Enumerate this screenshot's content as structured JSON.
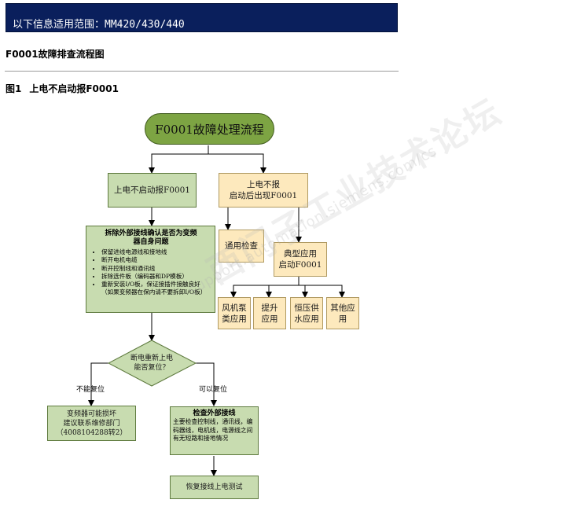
{
  "banner": {
    "text": "以下信息适用范围：MM420/430/440"
  },
  "doc_title": "F0001故障排查流程图",
  "figure": {
    "label": "图1",
    "caption": "上电不启动报F0001"
  },
  "flow": {
    "start": "F0001故障处理流程",
    "branch_left": "上电不启动报F0001",
    "branch_right_line1": "上电不报",
    "branch_right_line2": "启动后出现F0001",
    "general_check": "通用检查",
    "typical_line1": "典型应用",
    "typical_line2": "启动F0001",
    "apps": [
      {
        "l1": "风机泵",
        "l2": "类应用"
      },
      {
        "l1": "提升",
        "l2": "应用"
      },
      {
        "l1": "恒压供",
        "l2": "水应用"
      },
      {
        "l1": "其他应",
        "l2": "用"
      }
    ],
    "checklist_title_line1": "拆除外部接线确认是否为变频",
    "checklist_title_line2": "器自身问题",
    "checklist_items": [
      "保留进线电源线和接地线",
      "断开电机电缆",
      "断开控制线和通讯线",
      "拆除选件板（编码器和DP模板）",
      "重新安装I/O板，保证接插件接触良好（如果变频器在保内请不要拆卸I/O板）"
    ],
    "decision_line1": "断电重新上电",
    "decision_line2": "能否复位？",
    "label_no": "不能复位",
    "label_yes": "可以复位",
    "damaged_line1": "变频器可能损坏",
    "damaged_line2": "建议联系维修部门",
    "damaged_line3": "（4008104288转2）",
    "external_title": "检查外部接线",
    "external_body": "主要检查控制线，通讯线，编码器线，电机线，电源线之间有无短路和接地情况",
    "restore": "恢复接线上电测试"
  },
  "watermark": {
    "main": "西门子工业技术论坛",
    "sub": "support.automation.siemens.com/cs"
  }
}
